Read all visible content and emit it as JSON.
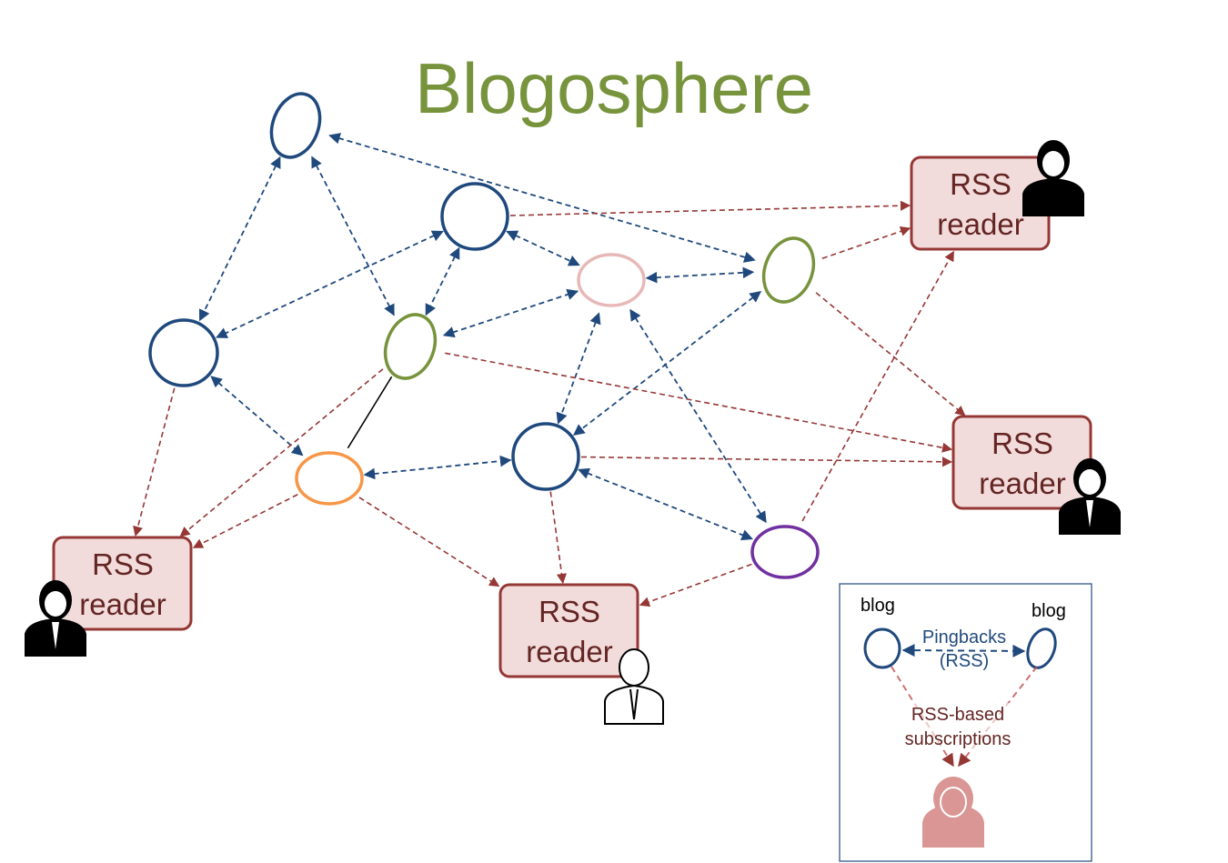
{
  "title": "Blogosphere",
  "colors": {
    "blog": "#1f497d",
    "reader_fill": "#f2dcdb",
    "reader_stroke": "#953735",
    "subscription": "#953735",
    "pingback": "#1f497d",
    "title": "#77933c"
  },
  "nodes": [
    {
      "id": "A",
      "color": "#1f497d"
    },
    {
      "id": "B",
      "color": "#1f497d"
    },
    {
      "id": "C",
      "color": "#1f497d"
    },
    {
      "id": "D",
      "color": "#77933c"
    },
    {
      "id": "E",
      "color": "#e6b9b8"
    },
    {
      "id": "F",
      "color": "#77933c"
    },
    {
      "id": "G",
      "color": "#f79646"
    },
    {
      "id": "H",
      "color": "#1f497d"
    },
    {
      "id": "I",
      "color": "#7030a0"
    }
  ],
  "readers": [
    {
      "id": "R1",
      "line1": "RSS",
      "line2": "reader",
      "person": "woman-icon"
    },
    {
      "id": "R2",
      "line1": "RSS",
      "line2": "reader",
      "person": "boy-icon"
    },
    {
      "id": "R3",
      "line1": "RSS",
      "line2": "reader",
      "person": "businessman-icon"
    },
    {
      "id": "R4",
      "line1": "RSS",
      "line2": "reader",
      "person": "man-outline-icon"
    }
  ],
  "pingbacks": [
    [
      "A",
      "C"
    ],
    [
      "A",
      "D"
    ],
    [
      "A",
      "F"
    ],
    [
      "B",
      "C"
    ],
    [
      "B",
      "D"
    ],
    [
      "B",
      "E"
    ],
    [
      "D",
      "E"
    ],
    [
      "E",
      "F"
    ],
    [
      "E",
      "H"
    ],
    [
      "E",
      "I"
    ],
    [
      "F",
      "H"
    ],
    [
      "C",
      "G"
    ],
    [
      "G",
      "H"
    ],
    [
      "H",
      "I"
    ]
  ],
  "subscriptions": [
    [
      "B",
      "R1"
    ],
    [
      "F",
      "R1"
    ],
    [
      "I",
      "R1"
    ],
    [
      "F",
      "R2"
    ],
    [
      "D",
      "R2"
    ],
    [
      "H",
      "R2"
    ],
    [
      "C",
      "R3"
    ],
    [
      "D",
      "R3"
    ],
    [
      "G",
      "R3"
    ],
    [
      "G",
      "R4"
    ],
    [
      "H",
      "R4"
    ],
    [
      "I",
      "R4"
    ]
  ],
  "links": [
    [
      "D",
      "G"
    ]
  ],
  "legend": {
    "blog_left": "blog",
    "blog_right": "blog",
    "pingbacks": "Pingbacks",
    "pingbacks_sub": "(RSS)",
    "subs_line1": "RSS-based",
    "subs_line2": "subscriptions"
  }
}
